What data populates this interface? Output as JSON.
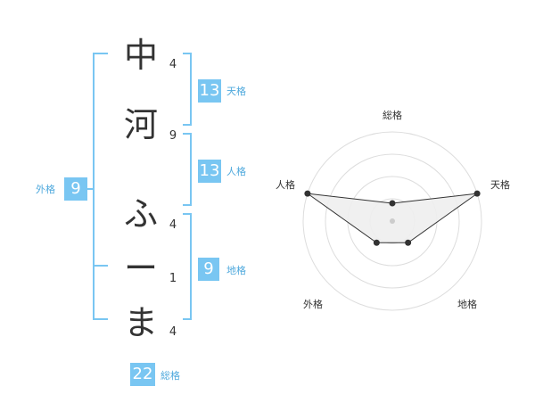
{
  "characters": [
    {
      "char": "中",
      "strokes": "4"
    },
    {
      "char": "河",
      "strokes": "9"
    },
    {
      "char": "ふ",
      "strokes": "4"
    },
    {
      "char": "ー",
      "strokes": "1"
    },
    {
      "char": "ま",
      "strokes": "4"
    }
  ],
  "fortune": {
    "tenkaku": {
      "value": "13",
      "label": "天格"
    },
    "jinkaku": {
      "value": "13",
      "label": "人格"
    },
    "chikaku": {
      "value": "9",
      "label": "地格"
    },
    "gaikaku": {
      "value": "9",
      "label": "外格"
    },
    "soukaku": {
      "value": "22",
      "label": "総格"
    }
  },
  "radar": {
    "labels": {
      "top": "総格",
      "right": "天格",
      "left": "人格",
      "bottom_left": "外格",
      "bottom_right": "地格"
    },
    "rings": 4,
    "scale_max": 5,
    "values": {
      "soukaku": 1,
      "tenkaku": 5,
      "chikaku": 1.5,
      "gaikaku": 1.5,
      "jinkaku": 5
    }
  },
  "colors": {
    "accent": "#79c6f2",
    "bracket": "#79c6f2",
    "polygon_fill": "#eeeeee",
    "ring": "#dddddd"
  }
}
